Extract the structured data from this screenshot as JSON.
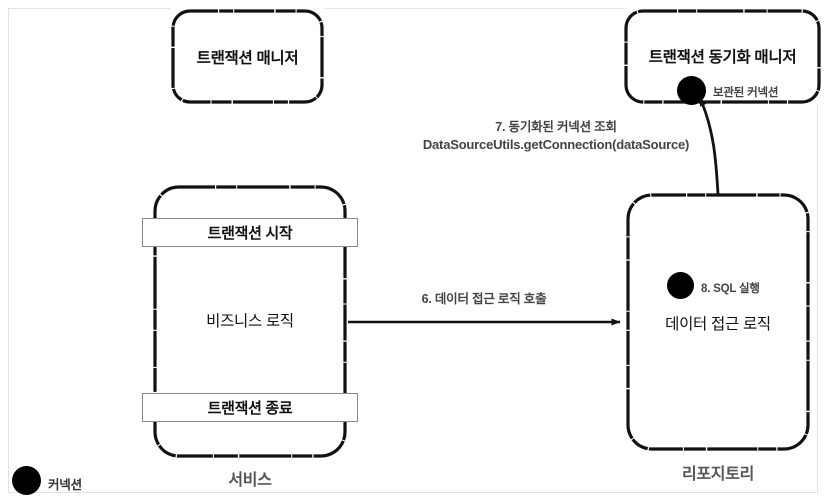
{
  "diagram": {
    "title_note": "Spring transaction synchronization diagram",
    "colors": {
      "stroke": "#111111",
      "frame": "#e3e3e3",
      "caption": "#555555",
      "label": "#444444",
      "dot": "#000000",
      "background": "#ffffff"
    }
  },
  "boxes": {
    "transaction_manager": {
      "title": "트랜잭션 매니저"
    },
    "transaction_sync_manager": {
      "title": "트랜잭션 동기화 매니저",
      "dot_label": "보관된 커넥션"
    },
    "service": {
      "band_top": "트랜잭션 시작",
      "body": "비즈니스 로직",
      "band_bottom": "트랜잭션 종료",
      "caption": "서비스"
    },
    "repository": {
      "dot_label": "8. SQL 실행",
      "body": "데이터 접근 로직",
      "caption": "리포지토리"
    }
  },
  "edges": {
    "service_to_repository": {
      "label": "6. 데이터 접근 로직 호출"
    },
    "repository_to_sync_manager": {
      "label_line1": "7. 동기화된 커넥션 조회",
      "label_line2": "DataSourceUtils.getConnection(dataSource)"
    }
  },
  "legend": {
    "connection": "커넥션"
  }
}
